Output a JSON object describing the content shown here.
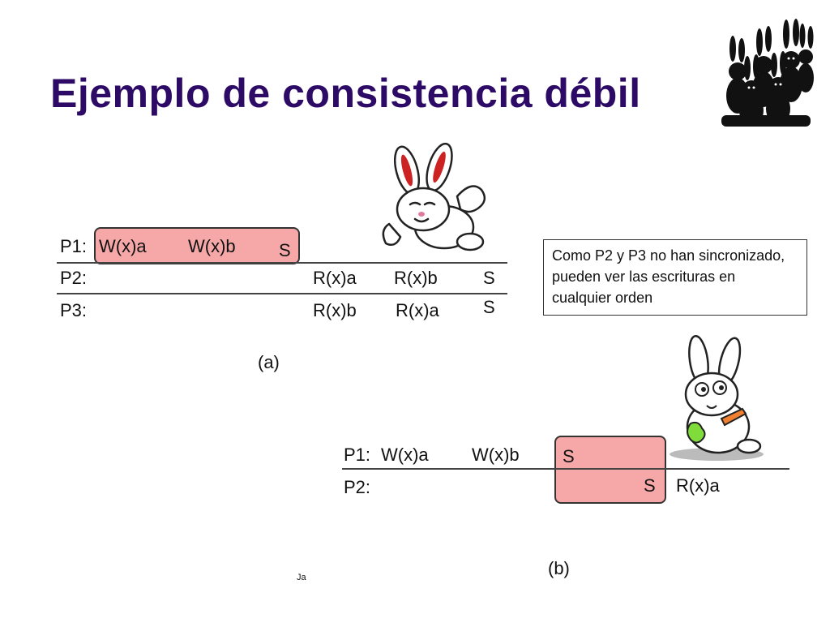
{
  "slide": {
    "title": "Ejemplo de consistencia débil",
    "footer_fragment": "Ja"
  },
  "note": {
    "text": "Como P2 y P3 no han sincronizado, pueden ver las escrituras en cualquier orden"
  },
  "diagram_a": {
    "caption": "(a)",
    "processes": [
      {
        "label": "P1:",
        "ops": [
          "W(x)a",
          "W(x)b",
          "S"
        ]
      },
      {
        "label": "P2:",
        "ops": [
          "R(x)a",
          "R(x)b",
          "S"
        ]
      },
      {
        "label": "P3:",
        "ops": [
          "R(x)b",
          "R(x)a",
          "S"
        ]
      }
    ]
  },
  "diagram_b": {
    "caption": "(b)",
    "processes": [
      {
        "label": "P1:",
        "ops": [
          "W(x)a",
          "W(x)b",
          "S"
        ]
      },
      {
        "label": "P2:",
        "ops": [
          "S",
          "R(x)a"
        ]
      }
    ]
  },
  "icons": {
    "group": "rabbit-group-icon",
    "top": "waving-rabbit-icon",
    "bottom": "rabbit-with-carrot-icon"
  },
  "colors": {
    "title": "#2d0a66",
    "highlight": "#f6a8a8"
  }
}
